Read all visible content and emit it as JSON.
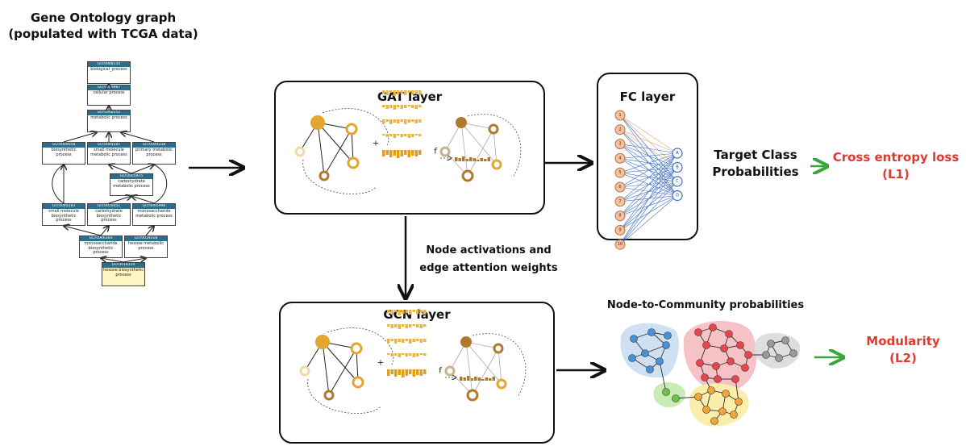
{
  "go_title_line1": "Gene Ontology graph",
  "go_title_line2": "(populated with TCGA data)",
  "go_nodes": [
    {
      "id": "GO:0008150",
      "term": "biological_process"
    },
    {
      "id": "GO:0008987",
      "term": "cellular process"
    },
    {
      "id": "GO:0008152",
      "term": "metabolic process"
    },
    {
      "id": "GO:0009058",
      "term": "biosynthetic process"
    },
    {
      "id": "GO:0044281",
      "term": "small molecule metabolic process"
    },
    {
      "id": "GO:0044238",
      "term": "primary metabolic process"
    },
    {
      "id": "GO:0005975",
      "term": "carbohydrate metabolic process"
    },
    {
      "id": "GO:0044283",
      "term": "small molecule biosynthetic process"
    },
    {
      "id": "GO:0016051",
      "term": "carbohydrate biosynthetic process"
    },
    {
      "id": "GO:0005996",
      "term": "monosaccharide metabolic process"
    },
    {
      "id": "GO:0046364",
      "term": "monosaccharide biosynthetic process"
    },
    {
      "id": "GO:0019318",
      "term": "hexose metabolic process"
    },
    {
      "id": "GO:0019319",
      "term": "hexose biosynthetic process"
    }
  ],
  "gat_title": "GAT layer",
  "gcn_title": "GCN layer",
  "fc_title": "FC layer",
  "agg_plus": "+",
  "agg_func": "f",
  "fc_input_labels": [
    "1",
    "2",
    "3",
    "4",
    "5",
    "6",
    "7",
    "8",
    "9",
    "10"
  ],
  "fc_output_labels": [
    "A",
    "B",
    "C",
    "D"
  ],
  "target_line1": "Target Class",
  "target_line2": "Probabilities",
  "l1_line1": "Cross entropy loss",
  "l1_line2": "(L1)",
  "node_act_line1": "Node activations and",
  "node_act_line2": "edge attention weights",
  "community_title": "Node-to-Community probabilities",
  "l2_line1": "Modularity",
  "l2_line2": "(L2)",
  "colors": {
    "loss_red": "#e03a2f",
    "arrow_green": "#3aa63a",
    "node_gold": "#e3a72f",
    "node_brown": "#b07a2e",
    "fc_node": "#f2c1a0",
    "fc_blue": "#3b6fc4",
    "comm_blue": "#4a90d9",
    "comm_red": "#e8454f",
    "comm_orange": "#f3a43a",
    "comm_green": "#6cc24a",
    "comm_gray": "#9a9a9a"
  }
}
